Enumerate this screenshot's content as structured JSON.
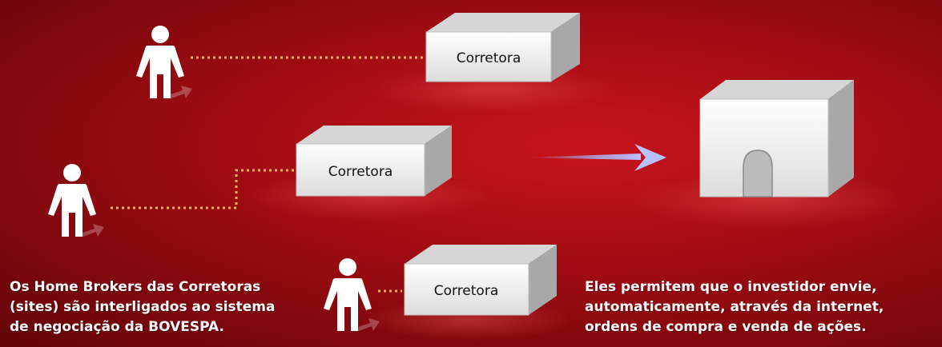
{
  "diagram": {
    "brokers": [
      {
        "label": "Corretora"
      },
      {
        "label": "Corretora"
      },
      {
        "label": "Corretora"
      }
    ],
    "exchange": {
      "label": ""
    },
    "captions": {
      "left": [
        "Os Home Brokers das Corretoras",
        "(sites) são interligados ao sistema",
        "de negociação da BOVESPA."
      ],
      "right": [
        "Eles permitem que o investidor envie,",
        "automaticamente, através da internet,",
        "ordens de compra e venda de ações."
      ]
    },
    "colors": {
      "background": "#a50d14",
      "connector": "#f2b25a",
      "arrow": "#9aa3ee",
      "box_front": "#f2f2f2",
      "box_side": "#a8a8a8",
      "box_top": "#d6d6d6",
      "person": "#ffffff"
    },
    "icons": [
      "person-icon",
      "broker-box-icon",
      "exchange-building-icon",
      "arrow-icon"
    ]
  }
}
